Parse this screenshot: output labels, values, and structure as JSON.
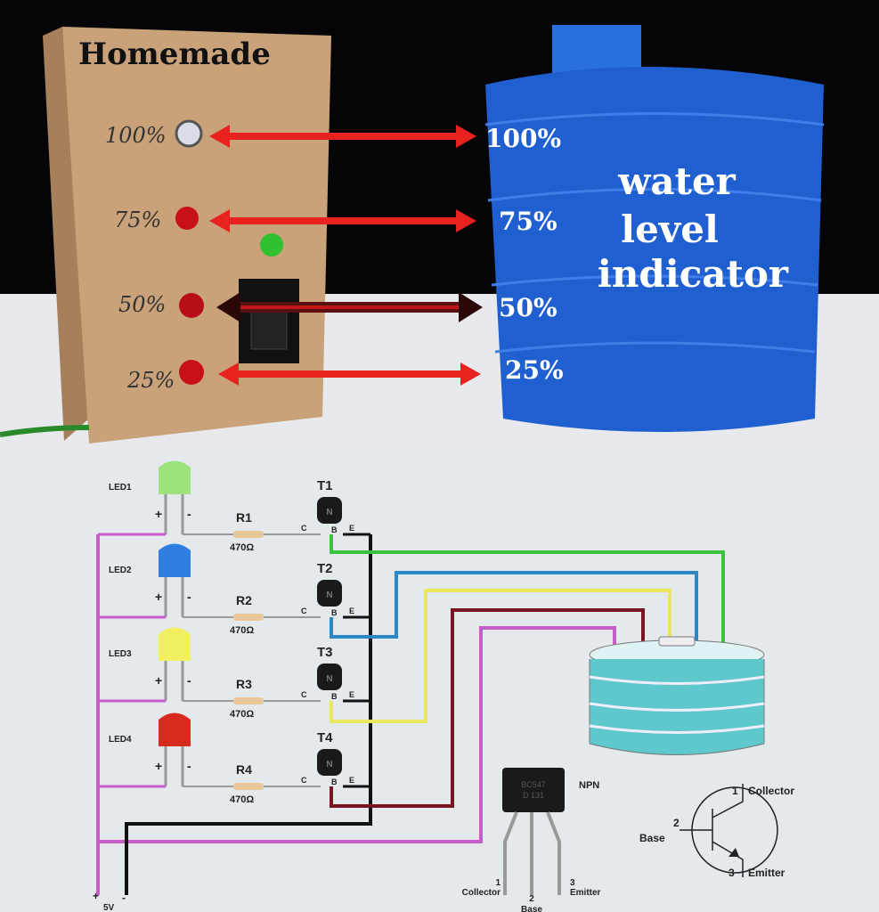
{
  "photo": {
    "box_title": "Homemade",
    "box_labels": [
      "100%",
      "75%",
      "50%",
      "25%"
    ],
    "tank_levels": [
      "100%",
      "75%",
      "50%",
      "25%"
    ],
    "headline": [
      "water",
      "level",
      "indicator"
    ],
    "colors": {
      "tank": "#1f5fd0",
      "arrow": "#e8231f",
      "box": "#c9a27a"
    }
  },
  "circuit": {
    "leds": [
      {
        "label": "LED1",
        "color": "#9be37a"
      },
      {
        "label": "LED2",
        "color": "#2f7fe0"
      },
      {
        "label": "LED3",
        "color": "#f0f060"
      },
      {
        "label": "LED4",
        "color": "#d92a20"
      }
    ],
    "resistors": [
      {
        "label": "R1",
        "value": "470Ω"
      },
      {
        "label": "R2",
        "value": "470Ω"
      },
      {
        "label": "R3",
        "value": "470Ω"
      },
      {
        "label": "R4",
        "value": "470Ω"
      }
    ],
    "transistors": [
      "T1",
      "T2",
      "T3",
      "T4"
    ],
    "transistor_mark": "N",
    "pins": {
      "c": "C",
      "b": "B",
      "e": "E"
    },
    "polarity": {
      "plus": "+",
      "minus": "-"
    },
    "supply": "5V",
    "package": {
      "marking": [
        "BC547",
        "D 131"
      ],
      "type": "NPN",
      "pins": [
        {
          "num": "1",
          "name": "Collector"
        },
        {
          "num": "2",
          "name": "Base"
        },
        {
          "num": "3",
          "name": "Emitter"
        }
      ]
    },
    "symbol": {
      "collector": "Collector",
      "base": "Base",
      "emitter": "Emitter",
      "n1": "1",
      "n2": "2",
      "n3": "3"
    },
    "wire_colors": {
      "green": "#3cc23c",
      "blue": "#2f86c4",
      "yellow": "#e8e85a",
      "darkred": "#7a1420",
      "purple": "#c85cc8",
      "black": "#111111"
    }
  }
}
